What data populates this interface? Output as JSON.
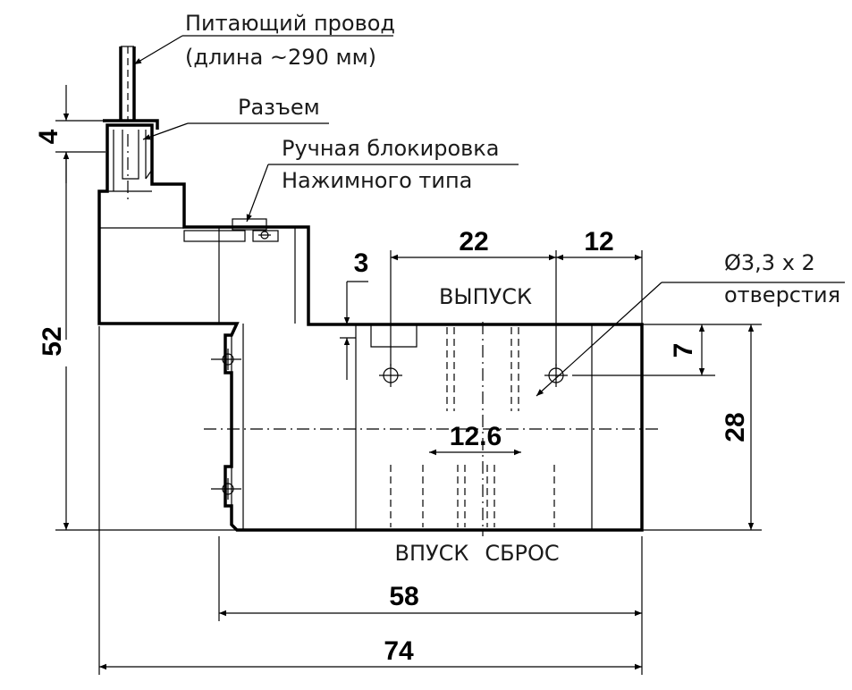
{
  "labels": {
    "power_wire_line1": "Питающий провод",
    "power_wire_line2": "(длина ~290 мм)",
    "connector": "Разъем",
    "manual_override_line1": "Ручная блокировка",
    "manual_override_line2": "Нажимного типа",
    "exhaust": "ВЫПУСК",
    "inlet": "ВПУСК",
    "release": "СБРОС",
    "holes_line1": "Ø3,3 x 2",
    "holes_line2": "отверстия"
  },
  "dimensions": {
    "d4": "4",
    "d52": "52",
    "d3": "3",
    "d22": "22",
    "d12": "12",
    "d7": "7",
    "d28": "28",
    "d12_6": "12.6",
    "d58": "58",
    "d74": "74"
  }
}
